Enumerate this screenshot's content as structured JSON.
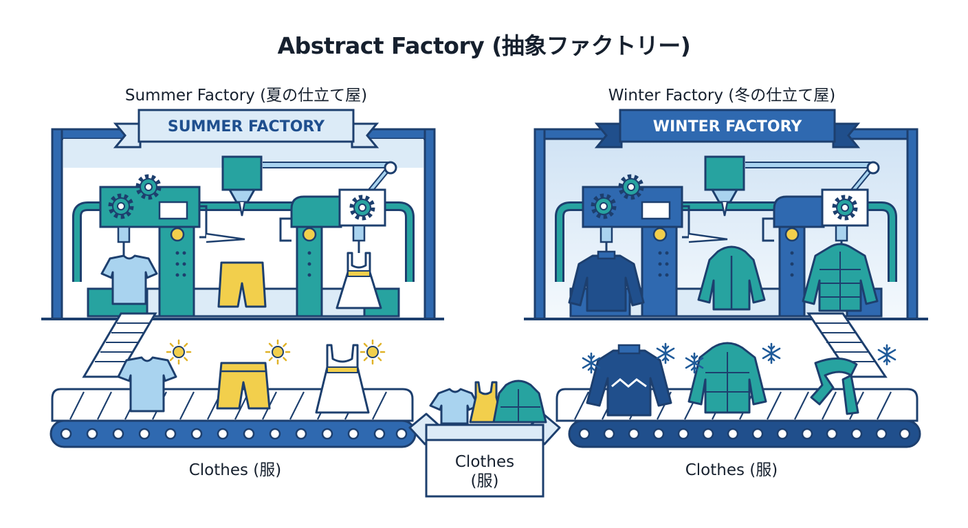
{
  "title": "Abstract Factory (抽象ファクトリー)",
  "summer": {
    "heading": "Summer Factory (夏の仕立て屋)",
    "banner": "SUMMER FACTORY",
    "caption": "Clothes (服)",
    "products": [
      "t-shirt",
      "shorts",
      "dress"
    ]
  },
  "winter": {
    "heading": "Winter Factory (冬の仕立て屋)",
    "banner": "WINTER FACTORY",
    "caption": "Clothes (服)",
    "products": [
      "sweater",
      "hooded-jacket",
      "puffer-jacket",
      "scarf"
    ]
  },
  "box": {
    "label_line1": "Clothes",
    "label_line2": "(服)"
  },
  "colors": {
    "outline": "#1d3f6e",
    "frame_blue": "#2f69b0",
    "machine_teal": "#27a3a0",
    "light_blue": "#a9d3ef",
    "yellow": "#f2cf4c",
    "navy": "#204f8c",
    "winter_bg": "#dbe9f6"
  }
}
